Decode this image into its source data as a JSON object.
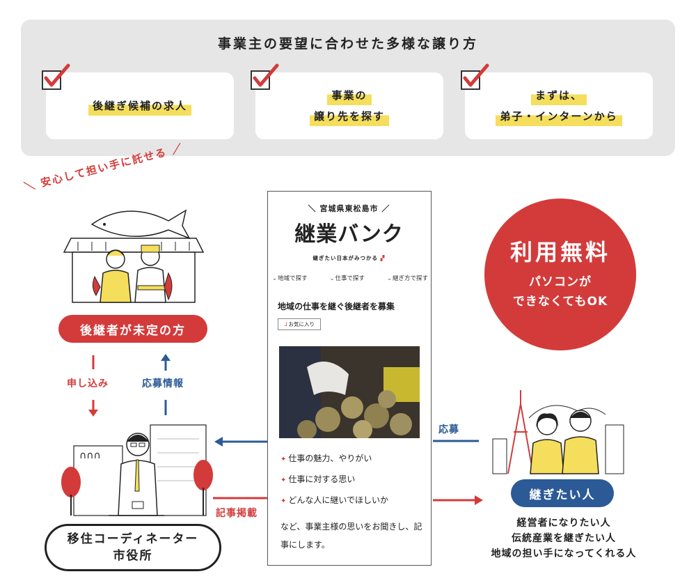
{
  "banner": {
    "title": "事業主の要望に合わせた多様な譲り方",
    "cards": [
      {
        "line1": "後継ぎ候補の求人",
        "line2": ""
      },
      {
        "line1": "事業の",
        "line2": "譲り先を探す"
      },
      {
        "line1": "まずは、",
        "line2": "弟子・インターンから"
      }
    ]
  },
  "left": {
    "tagline": "安心して担い手に託せる",
    "owner_label": "後継者が未定の方",
    "apply_label": "申し込み",
    "applicant_info_label": "応募情報",
    "article_label": "記事掲載",
    "coordinator_line1": "移住コーディネーター",
    "coordinator_line2": "市役所"
  },
  "phone": {
    "city": "宮城県東松島市",
    "logo": "継業バンク",
    "tagline": "継ぎたい日本がみつかる",
    "nav": [
      "地域で探す",
      "仕事で探す",
      "継ぎ方で探す"
    ],
    "heading": "地域の仕事を継ぐ後継者を募集",
    "fav_button": "お気に入り",
    "points": [
      "仕事の魅力、やりがい",
      "仕事に対する思い",
      "どんな人に継いでほしいか"
    ],
    "footer": "など、事業主様の思いをお聞きし、記事にします。"
  },
  "free": {
    "title": "利用無料",
    "line1": "パソコンが",
    "line2": "できなくてもOK"
  },
  "right": {
    "apply_label": "応募",
    "successor_label": "継ぎたい人",
    "line1": "経営者になりたい人",
    "line2": "伝統産業を継ぎたい人",
    "line3": "地域の担い手になってくれる人"
  },
  "colors": {
    "red": "#d33b3b",
    "blue": "#2b5a97",
    "yellow": "#f5de5c",
    "banner_bg": "#e6e6e6"
  }
}
